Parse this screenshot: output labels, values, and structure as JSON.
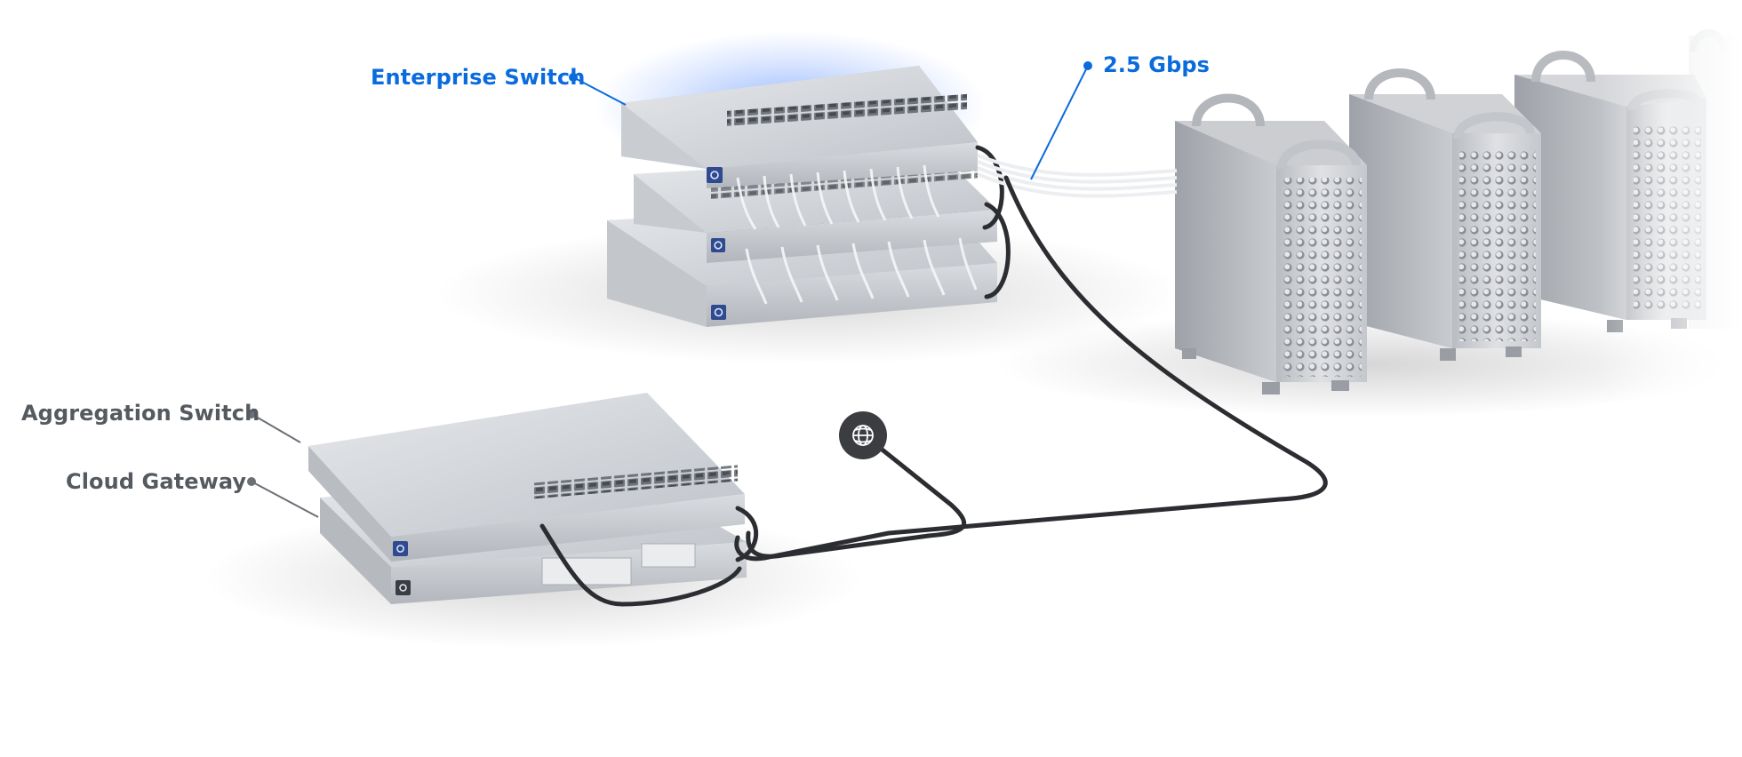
{
  "labels": {
    "enterprise_switch": "Enterprise Switch",
    "link_speed": "2.5 Gbps",
    "aggregation_switch": "Aggregation Switch",
    "cloud_gateway": "Cloud Gateway"
  },
  "icons": {
    "internet": "globe-icon",
    "switch_logo": "ubiquiti-logo-icon"
  },
  "colors": {
    "accent": "#0a6cdc",
    "label_gray": "#555a60",
    "device_silver": "#c9ccd1",
    "cable_dark": "#2b2d31",
    "cable_light": "#e9ebee",
    "globe_badge": "#3b3d41"
  }
}
